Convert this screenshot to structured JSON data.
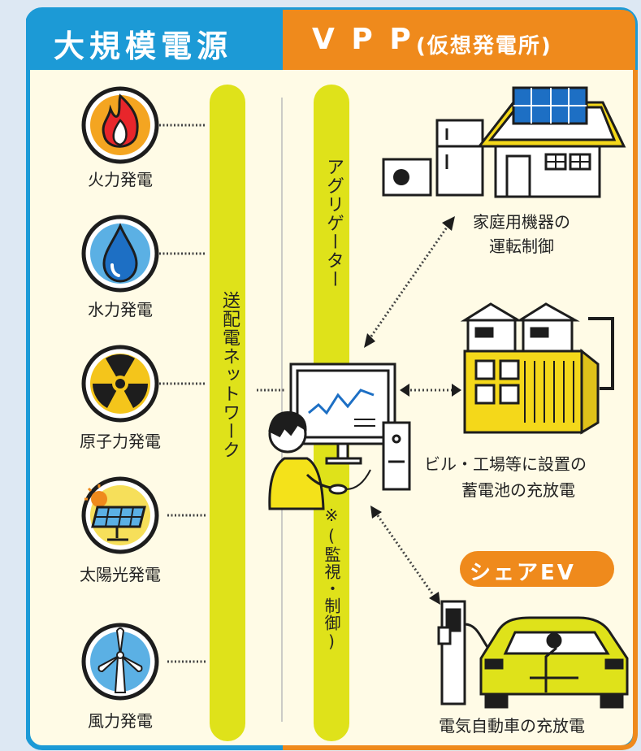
{
  "header": {
    "left_title": "大規模電源",
    "right_title_main": "V P P",
    "right_title_paren": "(仮想発電所)"
  },
  "sources": [
    {
      "label": "火力発電",
      "icon": "fire-icon",
      "color": "#f4a521"
    },
    {
      "label": "水力発電",
      "icon": "water-drop-icon",
      "color": "#5bb0e4"
    },
    {
      "label": "原子力発電",
      "icon": "radiation-icon",
      "color": "#f4c51b"
    },
    {
      "label": "太陽光発電",
      "icon": "solar-panel-icon",
      "color": "#f6df5a"
    },
    {
      "label": "風力発電",
      "icon": "wind-turbine-icon",
      "color": "#5bb0e4"
    }
  ],
  "grid_label": "送配電ネットワーク",
  "aggregator": {
    "label": "アグリゲーター",
    "note": "※(監視・制御)"
  },
  "resources": {
    "home": {
      "line1": "家庭用機器の",
      "line2": "運転制御"
    },
    "storage": {
      "line1": "ビル・工場等に設置の",
      "line2": "蓄電池の充放電"
    },
    "share_ev_badge": "シェアEV",
    "ev": {
      "label": "電気自動車の充放電"
    }
  },
  "colors": {
    "left_header": "#1c9ad6",
    "right_header": "#ef8a1c",
    "panel_bg": "#fffbe6",
    "pillar": "#dfe21a",
    "badge": "#ef8a1c"
  }
}
